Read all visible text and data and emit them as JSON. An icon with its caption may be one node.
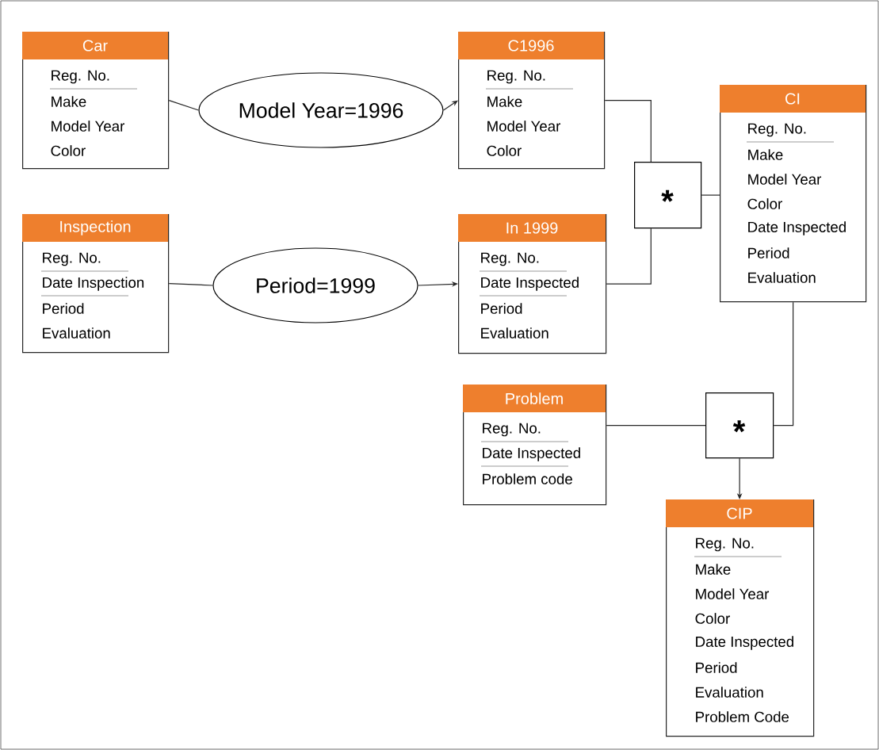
{
  "diagram": {
    "nodes": [
      {
        "text": [
          "Car",
          "Reg. No.",
          "Make",
          "Model Year",
          "Color"
        ]
      },
      {
        "text": [
          "Model Year=1996"
        ]
      },
      {
        "text": [
          "C1996",
          "Reg. No.",
          "Make",
          "Model Year",
          "Color"
        ]
      },
      {
        "text": [
          "Inspection",
          "Reg. No.",
          "Date Inspection",
          "Period",
          "Evaluation"
        ]
      },
      {
        "text": [
          "Period=1999"
        ]
      },
      {
        "text": [
          "In 1999",
          "Reg. No.",
          "Date Inspected",
          "Period",
          "Evaluation"
        ]
      },
      {
        "text": [
          "*"
        ]
      },
      {
        "text": [
          "CI",
          "Reg. No.",
          "Make",
          "Model Year",
          "Color",
          "Date Inspected",
          "Period",
          "Evaluation"
        ]
      },
      {
        "text": [
          "Problem",
          "Reg. No.",
          "Date Inspected",
          "Problem code"
        ]
      },
      {
        "text": [
          "*"
        ]
      },
      {
        "text": [
          "CIP",
          "Reg. No.",
          "Make",
          "Model Year",
          "Color",
          "Date Inspected",
          "Period",
          "Evaluation",
          "Problem Code"
        ]
      }
    ],
    "edges": [
      {
        "from": 0,
        "to": 1,
        "arrow": "none"
      },
      {
        "from": 1,
        "to": 2,
        "arrow": "to"
      },
      {
        "from": 3,
        "to": 4,
        "arrow": "none"
      },
      {
        "from": 4,
        "to": 5,
        "arrow": "to"
      },
      {
        "from": 2,
        "to": 6,
        "arrow": "none"
      },
      {
        "from": 5,
        "to": 6,
        "arrow": "none"
      },
      {
        "from": 6,
        "to": 7,
        "arrow": "none"
      },
      {
        "from": 7,
        "to": 9,
        "arrow": "none"
      },
      {
        "from": 8,
        "to": 9,
        "arrow": "none"
      },
      {
        "from": 9,
        "to": 10,
        "arrow": "to"
      }
    ]
  }
}
